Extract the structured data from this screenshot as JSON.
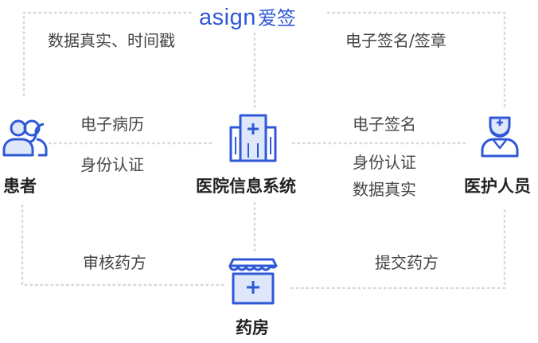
{
  "logo": {
    "latin": "asign",
    "cjk": "爱签"
  },
  "annotations": {
    "top_left": "数据真实、时间戳",
    "top_right": "电子签名/签章",
    "patient_to_his_1": "电子病历",
    "patient_to_his_2": "身份认证",
    "his_to_doctor_1": "电子签名",
    "his_to_doctor_2": "身份认证",
    "his_to_doctor_3": "数据真实",
    "bottom_left": "审核药方",
    "bottom_right": "提交药方"
  },
  "nodes": {
    "patient": "患者",
    "his": "医院信息系统",
    "doctor": "医护人员",
    "pharmacy": "药房"
  },
  "colors": {
    "accent": "#2f58d6",
    "icon_fill": "#dfe7fb",
    "connector": "#d5d9e4",
    "text": "#333333"
  },
  "icons": {
    "patient": "users-icon",
    "his": "hospital-building-icon",
    "doctor": "doctor-icon",
    "pharmacy": "pharmacy-store-icon"
  }
}
